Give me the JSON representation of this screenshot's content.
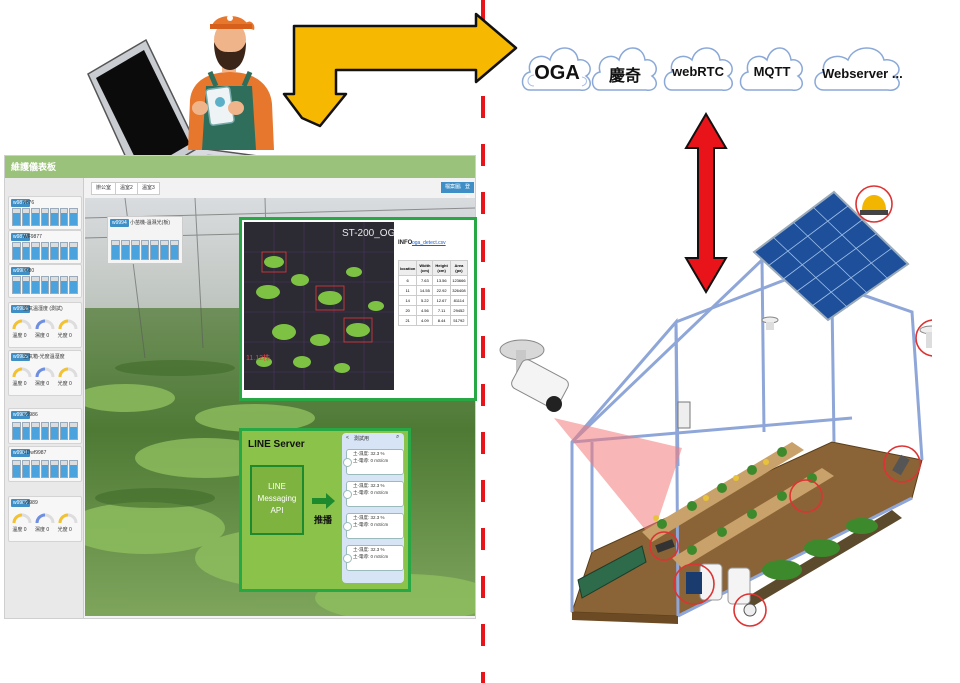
{
  "clouds": [
    "OGA",
    "慶奇",
    "webRTC",
    "MQTT",
    "Webserver ..."
  ],
  "colors": {
    "yellow_arrow": "#f6b800",
    "red_arrow": "#e8141a",
    "green_frame": "#28a745",
    "dashboard_header": "#9bc27a",
    "divider": "#e8141a"
  },
  "dashboard": {
    "title": "維護儀表板",
    "tabs": [
      "辦公室",
      "溫室2",
      "溫室3"
    ],
    "buttons": [
      "檔案圖片",
      "登出"
    ],
    "left_cards": [
      {
        "id": "w9876",
        "name": "9876"
      },
      {
        "id": "w9877",
        "name": "WF9877"
      },
      {
        "id": "w9980",
        "name": "9980"
      },
      {
        "id": "w9984",
        "name": "空氣溫溼度 (測試)",
        "gauges": [
          "溫度 0",
          "濕度 0",
          "光度 0"
        ]
      },
      {
        "id": "w9985",
        "name": "空氣箱-光度溫溼度",
        "gauges": [
          "溫度 0",
          "濕度 0",
          "光度 0"
        ]
      },
      {
        "id": "w9986",
        "name": "w9986"
      },
      {
        "id": "w9987",
        "name": "CDwf9987"
      },
      {
        "id": "w9989",
        "name": "w9989",
        "gauges": [
          "溫度 0",
          "濕度 0",
          "光度 0"
        ]
      }
    ],
    "field_card": {
      "id": "w9994",
      "name": "小苗機-溫濕光(板)"
    },
    "detect": {
      "overlay_title": "ST-200_OGA",
      "overlay_count": "11.12株",
      "info_label": "INFO",
      "info_link": "oga_detect.csv",
      "table_headers": [
        "location",
        "Width (cm)",
        "Height (cm)",
        "Area (px)"
      ],
      "table_rows": [
        [
          "6",
          "7.63",
          "13.56",
          "123666"
        ],
        [
          "11",
          "14.55",
          "22.92",
          "326408"
        ],
        [
          "14",
          "5.22",
          "12.67",
          "81114"
        ],
        [
          "20",
          "4.56",
          "7.11",
          "29452"
        ],
        [
          "21",
          "4.09",
          "8.44",
          "51792"
        ]
      ]
    },
    "line": {
      "server_title": "LINE Server",
      "api_label": "LINE Messaging API",
      "push_label": "推播",
      "chat_title": "測試用",
      "messages": [
        [
          "土-濕度: 32.3 %",
          "土-電導: 0 mS/cm"
        ],
        [
          "土-濕度: 32.3 %",
          "土-電導: 0 mS/cm"
        ],
        [
          "土-濕度: 32.3 %",
          "土-電導: 0 mS/cm"
        ],
        [
          "土-濕度: 32.3 %",
          "土-電導: 0 mS/cm"
        ]
      ]
    }
  }
}
